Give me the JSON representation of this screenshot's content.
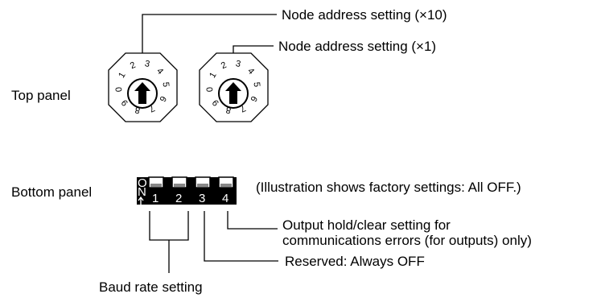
{
  "callouts": {
    "node_x10": "Node address setting (×10)",
    "node_x1": "Node address setting (×1)",
    "factory_note": "(Illustration shows factory settings: All OFF.)",
    "output_hold_line1": "Output hold/clear setting for",
    "output_hold_line2": "communications errors (for outputs) only)",
    "reserved": "Reserved: Always OFF",
    "baud_rate": "Baud rate setting"
  },
  "panels": {
    "top": "Top panel",
    "bottom": "Bottom panel"
  },
  "rotary_switch": {
    "digits": [
      "0",
      "1",
      "2",
      "3",
      "4",
      "5",
      "6",
      "7",
      "8",
      "9"
    ]
  },
  "dip_switch": {
    "on_label": [
      "O",
      "N"
    ],
    "switches": [
      "1",
      "2",
      "3",
      "4"
    ],
    "state": "All OFF"
  }
}
